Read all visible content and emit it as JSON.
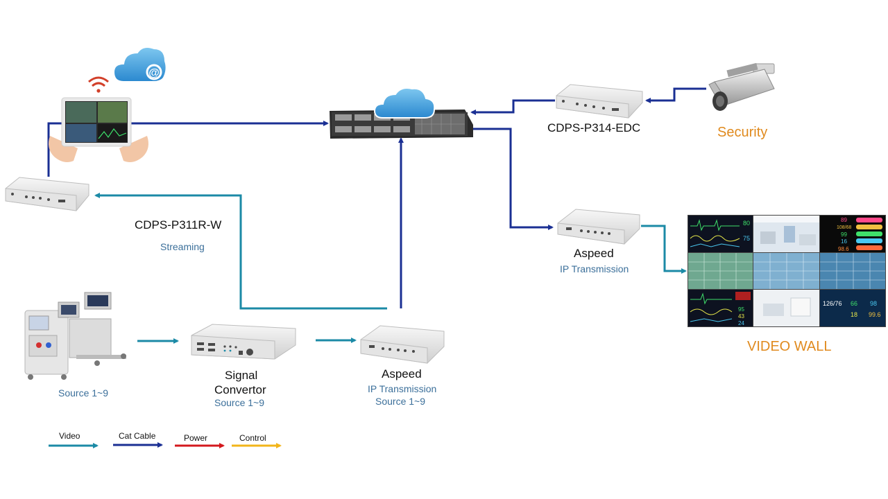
{
  "devices": {
    "streaming_box": {
      "name": "CDPS-P311R-W",
      "sub": "Streaming"
    },
    "edc_box": {
      "name": "CDPS-P314-EDC"
    },
    "aspeed_tx": {
      "name": "Aspeed",
      "sub": "IP Transmission",
      "sub2": "Source 1~9"
    },
    "aspeed_rx": {
      "name": "Aspeed",
      "sub": "IP Transmission"
    },
    "signal_convertor": {
      "name_line1": "Signal",
      "name_line2": "Convertor",
      "sub": "Source 1~9"
    }
  },
  "source": {
    "label": "Source 1~9"
  },
  "security": {
    "label": "Security"
  },
  "video_wall": {
    "label": "VIDEO WALL"
  },
  "monitor_values": {
    "v1": "80",
    "v2": "75",
    "v3": "89",
    "v4": "108/68",
    "v5": "99",
    "v6": "16",
    "v7": "98.6",
    "v8": "126/76",
    "v9": "66",
    "v10": "98",
    "v11": "18",
    "v12": "99.6",
    "v13": "95",
    "v14": "43",
    "v15": "24"
  },
  "legend": [
    {
      "label": "Video",
      "color": "#1b8aa6"
    },
    {
      "label": "Cat Cable",
      "color": "#1a2f93"
    },
    {
      "label": "Power",
      "color": "#d4181d"
    },
    {
      "label": "Control",
      "color": "#f2b51a"
    }
  ],
  "colors": {
    "video": "#1b8aa6",
    "cat": "#1a2f93",
    "power": "#d4181d",
    "control": "#f2b51a",
    "accent_orange": "#e08a1e"
  }
}
